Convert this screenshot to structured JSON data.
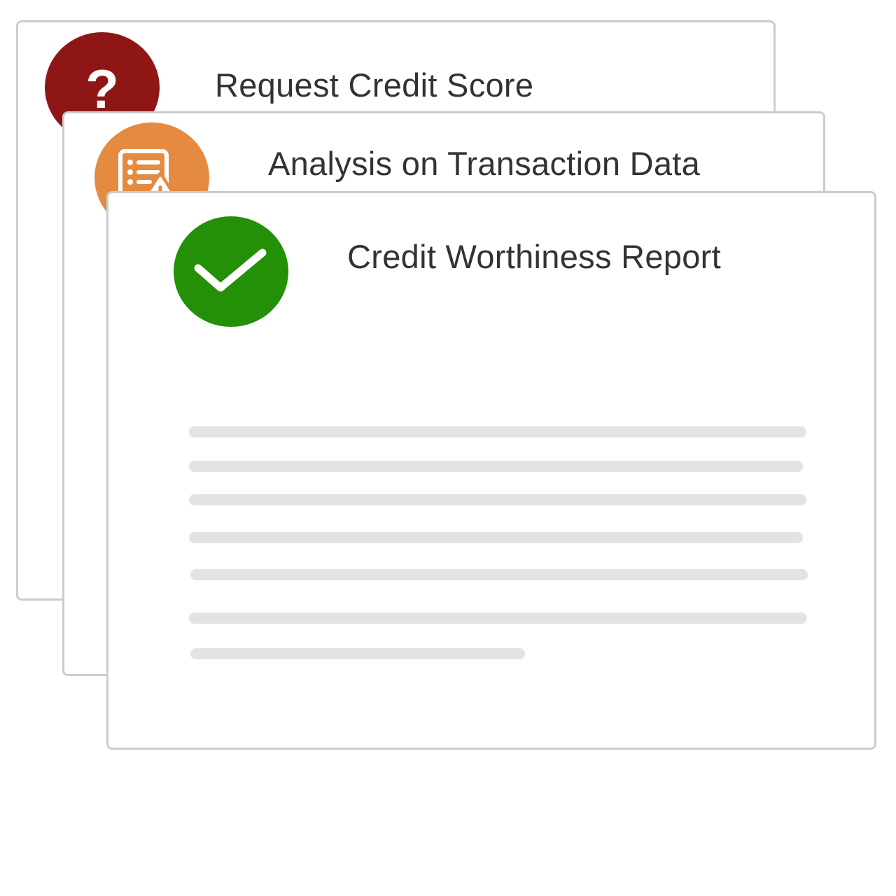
{
  "cards": [
    {
      "title": "Request Credit Score",
      "icon": "question-mark-icon",
      "badge_color": "#8e1716"
    },
    {
      "title": "Analysis on Transaction Data",
      "icon": "document-warning-icon",
      "badge_color": "#e48a41"
    },
    {
      "title": "Credit Worthiness Report",
      "icon": "checkmark-icon",
      "badge_color": "#239008"
    }
  ],
  "icon_glyphs": {
    "question": "?"
  },
  "colors": {
    "card_border": "#cccccc",
    "text": "#333333",
    "placeholder_line": "#e3e3e3"
  }
}
